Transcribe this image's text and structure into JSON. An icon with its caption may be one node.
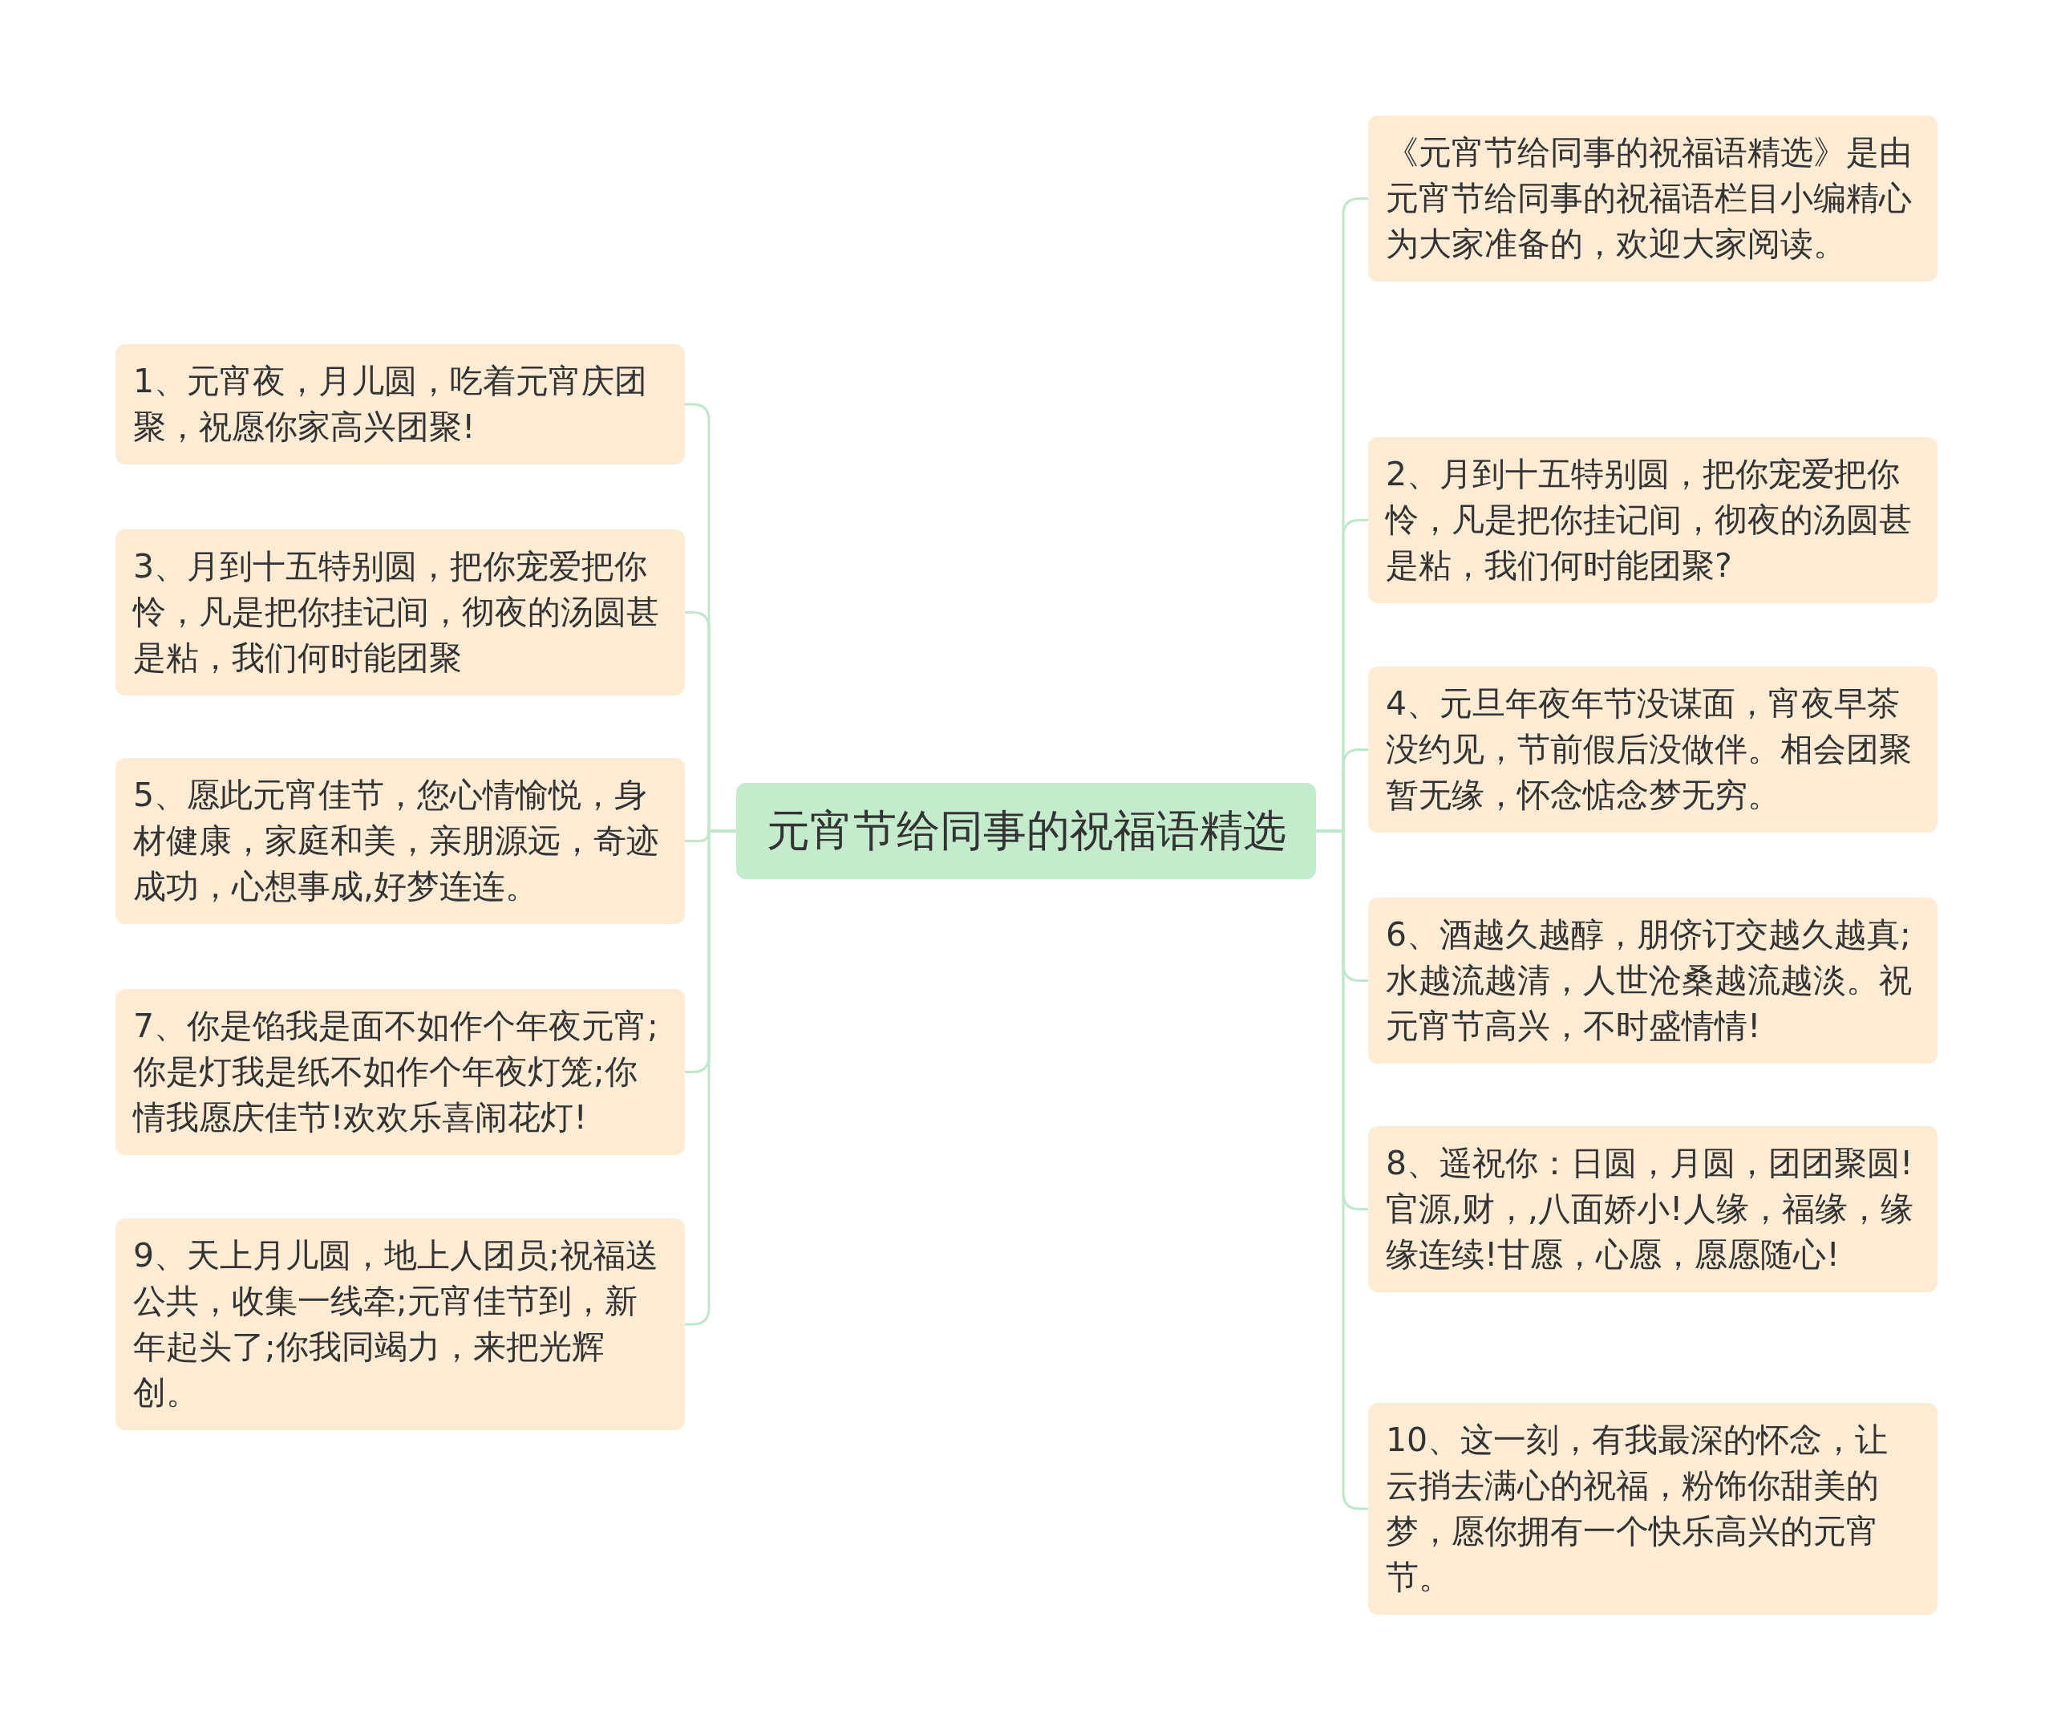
{
  "diagram": {
    "nodes": [
      {
        "text": [
          "元宵节给同事的祝福语精选"
        ]
      },
      {
        "text": [
          "《元宵节给同事的祝福语精选》是由元宵节给同事的祝福语栏目小编精心为大家准备的，欢迎大家阅读。"
        ]
      },
      {
        "text": [
          "2、月到十五特别圆，把你宠爱把你怜，凡是把你挂记间，彻夜的汤圆甚是粘，我们何时能团聚?"
        ]
      },
      {
        "text": [
          "4、元旦年夜年节没谋面，宵夜早茶没约见，节前假后没做伴。相会团聚暂无缘，怀念惦念梦无穷。"
        ]
      },
      {
        "text": [
          "6、酒越久越醇，朋侪订交越久越真;水越流越清，人世沧桑越流越淡。祝元宵节高兴，不时盛情情!"
        ]
      },
      {
        "text": [
          "8、遥祝你：日圆，月圆，团团聚圆!官源,财，,八面娇小!人缘，福缘，缘缘连续!甘愿，心愿，愿愿随心!"
        ]
      },
      {
        "text": [
          "10、这一刻，有我最深的怀念，让云捎去满心的祝福，粉饰你甜美的梦，愿你拥有一个快乐高兴的元宵节。"
        ]
      },
      {
        "text": [
          "1、元宵夜，月儿圆，吃着元宵庆团聚，祝愿你家高兴团聚!"
        ]
      },
      {
        "text": [
          "3、月到十五特别圆，把你宠爱把你怜，凡是把你挂记间，彻夜的汤圆甚是粘，我们何时能团聚"
        ]
      },
      {
        "text": [
          "5、愿此元宵佳节，您心情愉悦，身材健康，家庭和美，亲朋源远，奇迹成功，心想事成,好梦连连。"
        ]
      },
      {
        "text": [
          "7、你是馅我是面不如作个年夜元宵;你是灯我是纸不如作个年夜灯笼;你情我愿庆佳节!欢欢乐喜闹花灯!"
        ]
      },
      {
        "text": [
          "9、天上月儿圆，地上人团员;祝福送公共，收集一线牵;元宵佳节到，新年起头了;你我同竭力，来把光辉创。"
        ]
      }
    ],
    "edges": [
      {
        "from": 0,
        "to": 1,
        "arrow": "none"
      },
      {
        "from": 0,
        "to": 2,
        "arrow": "none"
      },
      {
        "from": 0,
        "to": 3,
        "arrow": "none"
      },
      {
        "from": 0,
        "to": 4,
        "arrow": "none"
      },
      {
        "from": 0,
        "to": 5,
        "arrow": "none"
      },
      {
        "from": 0,
        "to": 6,
        "arrow": "none"
      },
      {
        "from": 0,
        "to": 7,
        "arrow": "none"
      },
      {
        "from": 0,
        "to": 8,
        "arrow": "none"
      },
      {
        "from": 0,
        "to": 9,
        "arrow": "none"
      },
      {
        "from": 0,
        "to": 10,
        "arrow": "none"
      },
      {
        "from": 0,
        "to": 11,
        "arrow": "none"
      }
    ]
  }
}
